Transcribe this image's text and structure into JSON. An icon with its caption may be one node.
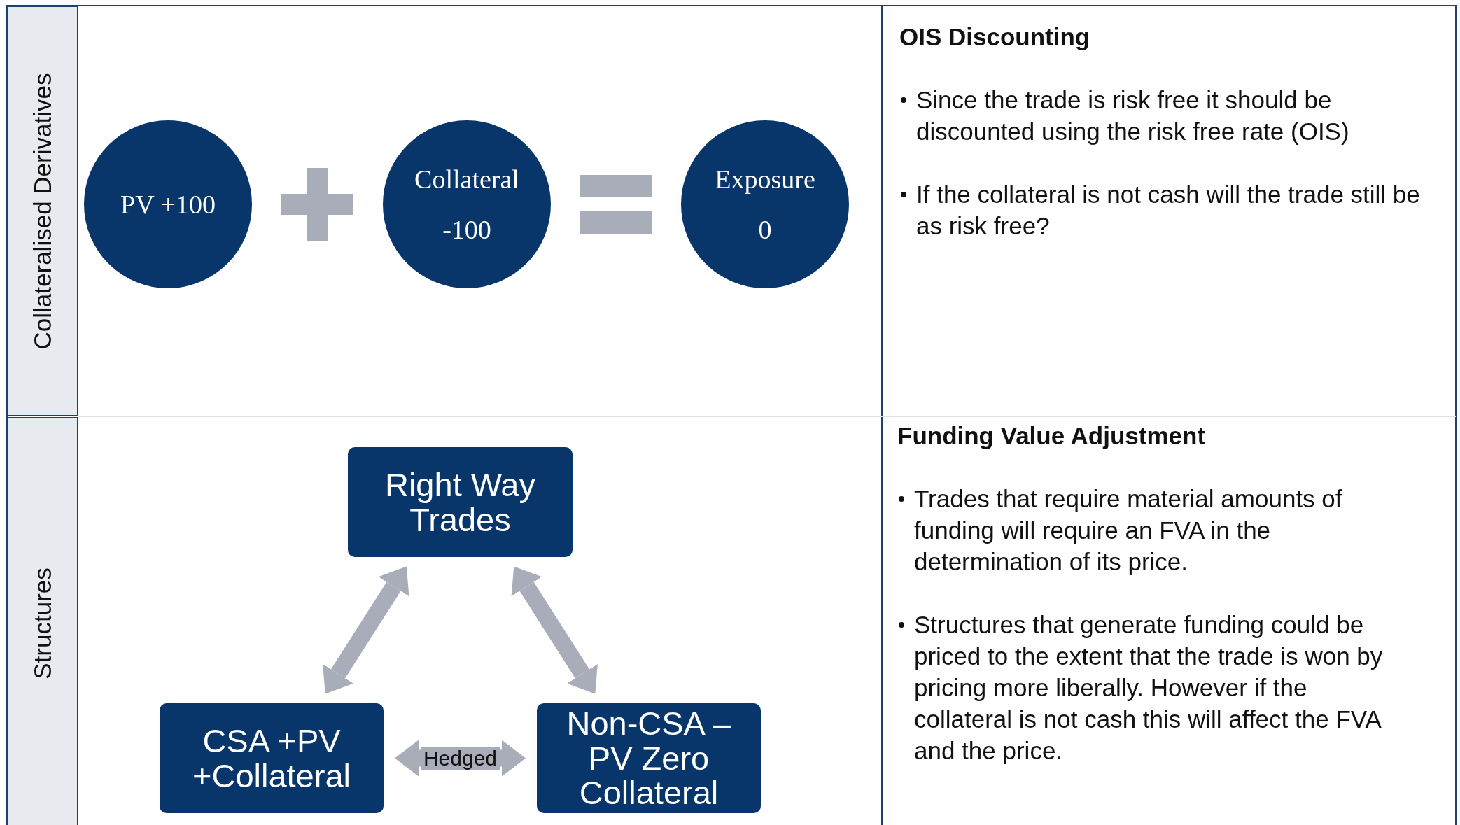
{
  "diagram": {
    "nodes": [
      {
        "text": [
          "Collateralised Derivatives"
        ]
      },
      {
        "text": [
          "PV +100"
        ]
      },
      {
        "text": [
          "Collateral -100"
        ]
      },
      {
        "text": [
          "Exposure 0"
        ]
      },
      {
        "text": [
          "OIS Discounting",
          "Since the trade is risk free it should be discounted using the risk free rate (OIS)",
          "If the collateral is not cash will the trade still be as risk free?"
        ]
      },
      {
        "text": [
          "Structures"
        ]
      },
      {
        "text": [
          "Right Way Trades"
        ]
      },
      {
        "text": [
          "CSA +PV +Collateral"
        ]
      },
      {
        "text": [
          "Non-CSA – PV Zero Collateral"
        ]
      },
      {
        "text": [
          "Funding Value Adjustment",
          "Trades that require material amounts of funding will require an FVA in the determination of its price.",
          "Structures that generate funding could be priced to the extent that the trade is won by pricing more liberally. However if the collateral is not cash this will affect the FVA and the price."
        ]
      }
    ],
    "edges": [
      {
        "from": 7,
        "to": 6,
        "arrow": "both"
      },
      {
        "from": 6,
        "to": 8,
        "arrow": "both"
      },
      {
        "from": 7,
        "to": 8,
        "arrow": "both",
        "label": "Hedged"
      }
    ]
  }
}
